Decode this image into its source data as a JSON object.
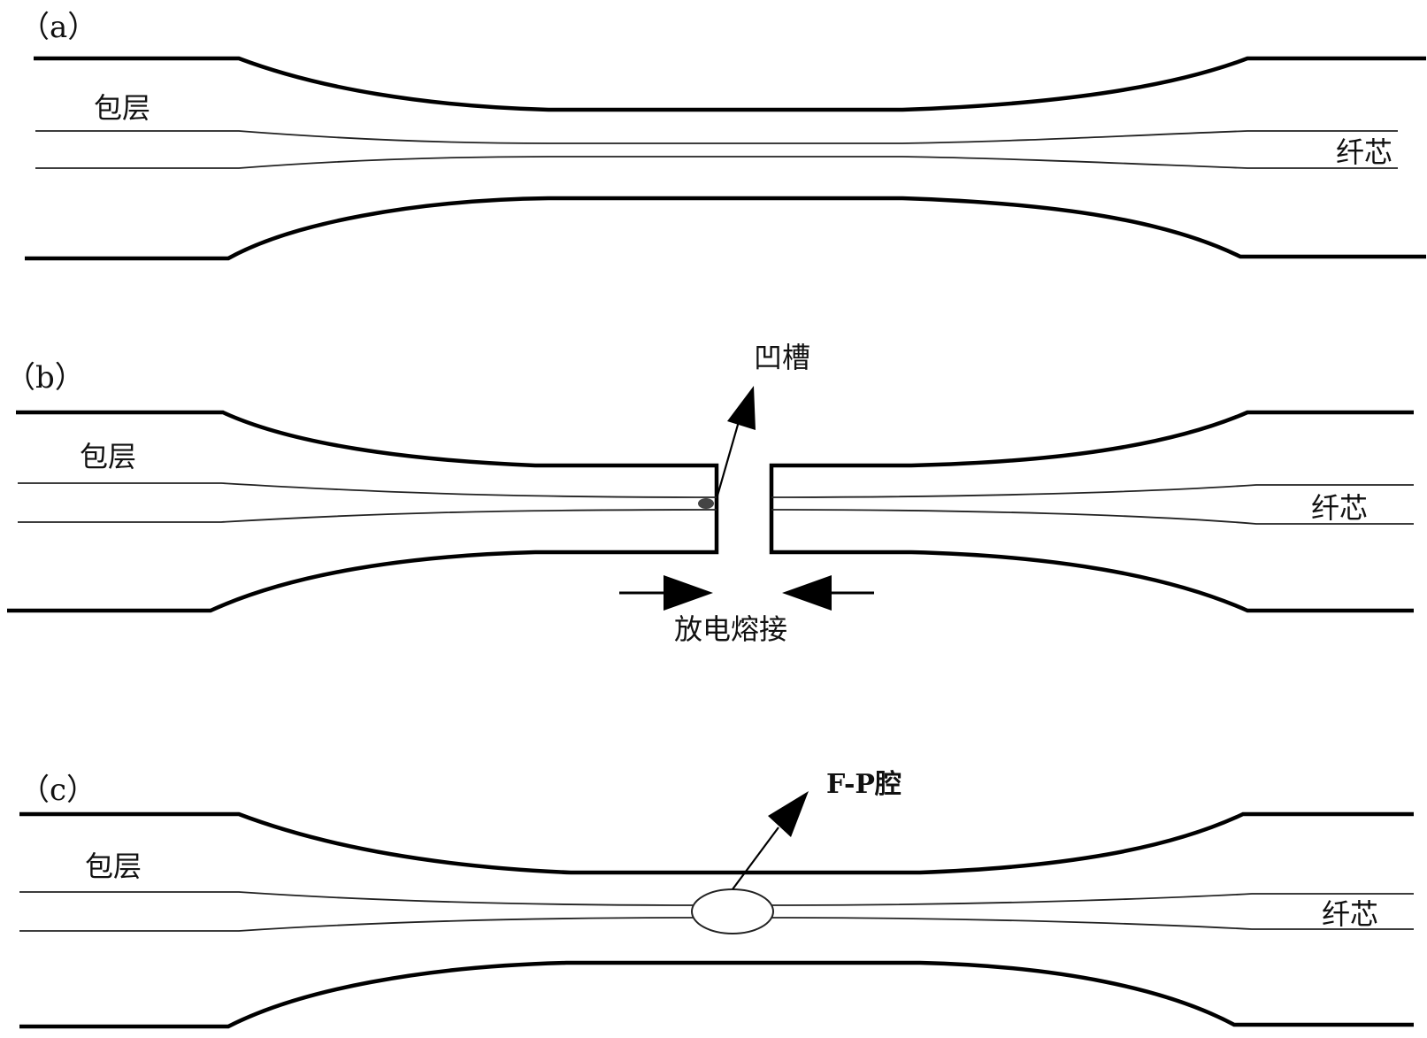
{
  "panels": {
    "a": {
      "tag": "（a）",
      "cladding": "包层",
      "core": "纤芯"
    },
    "b": {
      "tag": "（b）",
      "cladding": "包层",
      "core": "纤芯",
      "groove": "凹槽",
      "fusion": "放电熔接"
    },
    "c": {
      "tag": "（c）",
      "cladding": "包层",
      "core": "纤芯",
      "cavity": "F-P腔"
    }
  },
  "colors": {
    "line": "#000000",
    "core_line": "#222222",
    "background": "#ffffff"
  }
}
